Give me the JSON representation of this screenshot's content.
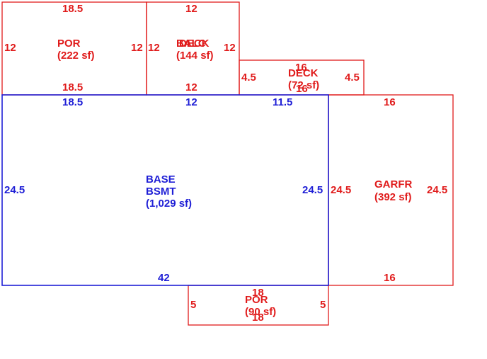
{
  "colors": {
    "addition": "#e01b1b",
    "base": "#1f1fd6"
  },
  "areas": {
    "por_top": {
      "label": "POR",
      "area": "(222 sf)",
      "top": "18.5",
      "bottom": "18.5",
      "left": "12",
      "right": "12"
    },
    "deck_upper": {
      "label": "DECK",
      "overlap": "BALC",
      "area": "(144 sf)",
      "top": "12",
      "bottom": "12",
      "left": "12",
      "right": "12"
    },
    "deck_small": {
      "label": "DECK",
      "area": "(72 sf)",
      "top": "16",
      "bottom": "16",
      "left": "4.5",
      "right": "4.5"
    },
    "base": {
      "label1": "BASE",
      "label2": "BSMT",
      "area": "(1,029 sf)",
      "top1": "18.5",
      "top2": "12",
      "top3": "11.5",
      "left": "24.5",
      "right": "24.5",
      "bottom": "42"
    },
    "garfr": {
      "label": "GARFR",
      "area": "(392 sf)",
      "top": "16",
      "bottom": "16",
      "left": "24.5",
      "right": "24.5"
    },
    "por_bottom": {
      "label": "POR",
      "area": "(90 sf)",
      "top": "18",
      "bottom": "18",
      "left": "5",
      "right": "5"
    }
  }
}
